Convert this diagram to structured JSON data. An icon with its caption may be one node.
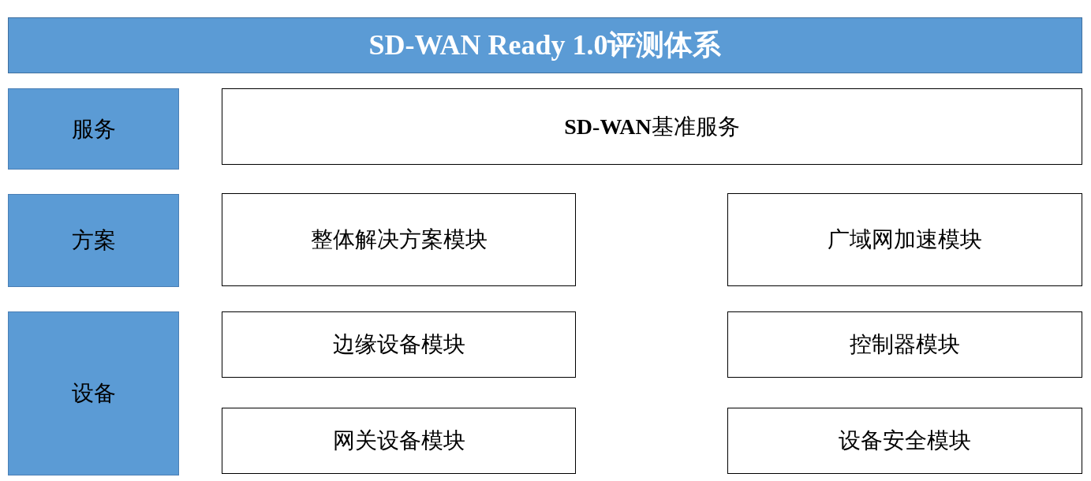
{
  "diagram": {
    "nodes": [
      {
        "text": [
          "SD-WAN Ready 1.0评测体系"
        ]
      },
      {
        "text": [
          "服务"
        ]
      },
      {
        "text": [
          "**SD-WAN**基准服务"
        ]
      },
      {
        "text": [
          "方案"
        ]
      },
      {
        "text": [
          "整体解决方案模块"
        ]
      },
      {
        "text": [
          "广域网加速模块"
        ]
      },
      {
        "text": [
          "设备"
        ]
      },
      {
        "text": [
          "边缘设备模块"
        ]
      },
      {
        "text": [
          "控制器模块"
        ]
      },
      {
        "text": [
          "网关设备模块"
        ]
      },
      {
        "text": [
          "设备安全模块"
        ]
      }
    ],
    "edges": []
  }
}
